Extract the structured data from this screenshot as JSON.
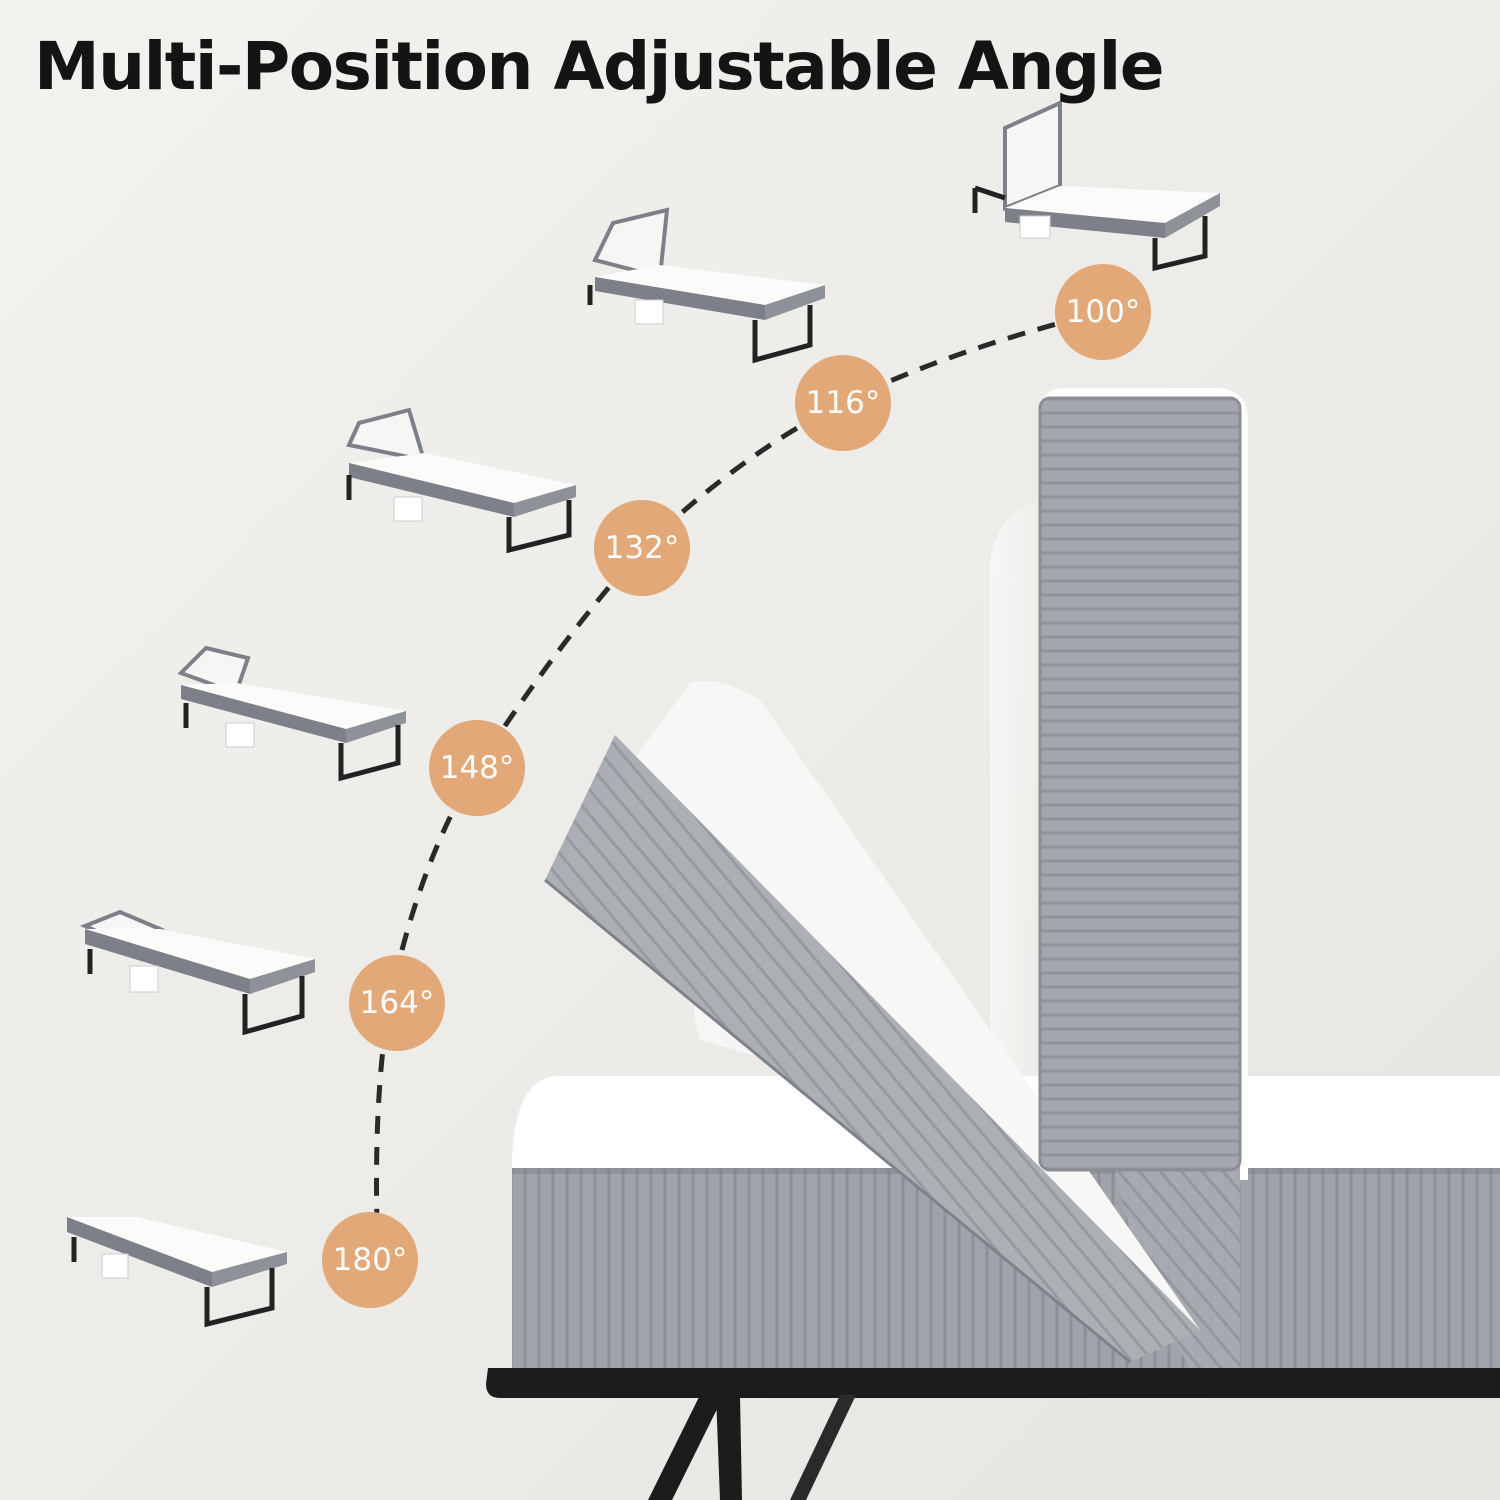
{
  "headline": "Multi-Position Adjustable Angle",
  "positions": [
    {
      "angle": "100°",
      "icon": "bed-100-icon"
    },
    {
      "angle": "116°",
      "icon": "bed-116-icon"
    },
    {
      "angle": "132°",
      "icon": "bed-132-icon"
    },
    {
      "angle": "148°",
      "icon": "bed-148-icon"
    },
    {
      "angle": "164°",
      "icon": "bed-164-icon"
    },
    {
      "angle": "180°",
      "icon": "bed-180-icon"
    }
  ],
  "colors": {
    "badge": "#e2a877",
    "badge_text": "#ffffff",
    "headline": "#141414",
    "mattress_side": "#9b9fa6",
    "mattress_top": "#ffffff",
    "frame": "#1b1b1b"
  }
}
